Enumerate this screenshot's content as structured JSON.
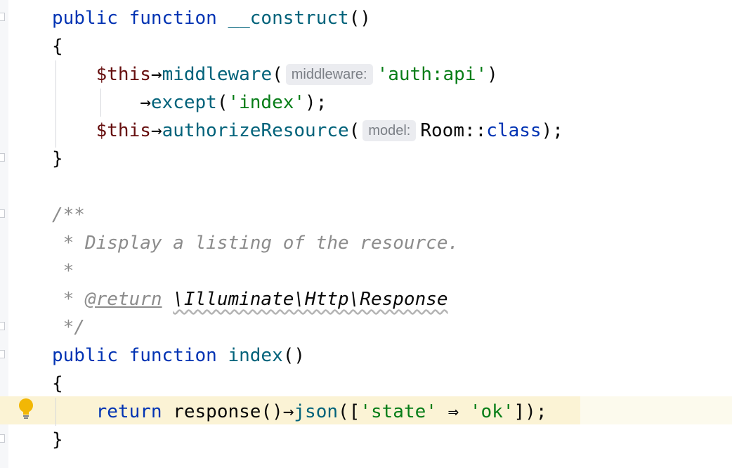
{
  "editor": {
    "lines": [
      {
        "tokens": [
          {
            "t": "public",
            "c": "kw"
          },
          {
            "t": " "
          },
          {
            "t": "function",
            "c": "kw"
          },
          {
            "t": " "
          },
          {
            "t": "__construct",
            "c": "fn"
          },
          {
            "t": "()",
            "c": "plain"
          }
        ]
      },
      {
        "tokens": [
          {
            "t": "{",
            "c": "plain"
          }
        ]
      },
      {
        "tokens": [
          {
            "t": "    "
          },
          {
            "t": "$this",
            "c": "thisvar"
          },
          {
            "t": "→",
            "c": "plain"
          },
          {
            "t": "middleware",
            "c": "fn"
          },
          {
            "t": "(",
            "c": "plain"
          },
          {
            "t": "middleware:",
            "c": "hint"
          },
          {
            "t": "'auth:api'",
            "c": "str"
          },
          {
            "t": ")",
            "c": "plain"
          }
        ]
      },
      {
        "tokens": [
          {
            "t": "        "
          },
          {
            "t": "→",
            "c": "plain"
          },
          {
            "t": "except",
            "c": "fn"
          },
          {
            "t": "(",
            "c": "plain"
          },
          {
            "t": "'index'",
            "c": "str"
          },
          {
            "t": ");",
            "c": "plain"
          }
        ]
      },
      {
        "tokens": [
          {
            "t": "    "
          },
          {
            "t": "$this",
            "c": "thisvar"
          },
          {
            "t": "→",
            "c": "plain"
          },
          {
            "t": "authorizeResource",
            "c": "fn"
          },
          {
            "t": "(",
            "c": "plain"
          },
          {
            "t": "model:",
            "c": "hint"
          },
          {
            "t": "Room",
            "c": "plain"
          },
          {
            "t": "::",
            "c": "plain"
          },
          {
            "t": "class",
            "c": "kw"
          },
          {
            "t": ");",
            "c": "plain"
          }
        ]
      },
      {
        "tokens": [
          {
            "t": "}",
            "c": "plain"
          }
        ]
      },
      {
        "tokens": []
      },
      {
        "tokens": [
          {
            "t": "/**",
            "c": "comment"
          }
        ]
      },
      {
        "tokens": [
          {
            "t": " * Display a listing of the resource.",
            "c": "comment"
          }
        ]
      },
      {
        "tokens": [
          {
            "t": " *",
            "c": "comment"
          }
        ]
      },
      {
        "tokens": [
          {
            "t": " * ",
            "c": "comment"
          },
          {
            "t": "@return",
            "c": "doctag"
          },
          {
            "t": " ",
            "c": "comment"
          },
          {
            "t": "\\Illuminate\\Http\\Response",
            "c": "doctype"
          }
        ]
      },
      {
        "tokens": [
          {
            "t": " */",
            "c": "comment"
          }
        ]
      },
      {
        "tokens": [
          {
            "t": "public",
            "c": "kw"
          },
          {
            "t": " "
          },
          {
            "t": "function",
            "c": "kw"
          },
          {
            "t": " "
          },
          {
            "t": "index",
            "c": "fn"
          },
          {
            "t": "()",
            "c": "plain"
          }
        ]
      },
      {
        "tokens": [
          {
            "t": "{",
            "c": "plain"
          }
        ]
      },
      {
        "tokens": [
          {
            "t": "    "
          },
          {
            "t": "return",
            "c": "kw"
          },
          {
            "t": " "
          },
          {
            "t": "response",
            "c": "plain"
          },
          {
            "t": "()",
            "c": "plain"
          },
          {
            "t": "→",
            "c": "plain"
          },
          {
            "t": "json",
            "c": "fn"
          },
          {
            "t": "([",
            "c": "plain"
          },
          {
            "t": "'state'",
            "c": "str"
          },
          {
            "t": " ⇒ ",
            "c": "plain"
          },
          {
            "t": "'ok'",
            "c": "str"
          },
          {
            "t": "]);",
            "c": "plain"
          }
        ]
      },
      {
        "tokens": [
          {
            "t": "}",
            "c": "plain"
          }
        ]
      }
    ],
    "intention_icon": "lightbulb-icon",
    "colors": {
      "keyword": "#0033b3",
      "function": "#00627a",
      "string": "#067d17",
      "this_var": "#660e0e",
      "comment": "#8c8c8c",
      "caret_line": "#fbf3d5"
    }
  }
}
